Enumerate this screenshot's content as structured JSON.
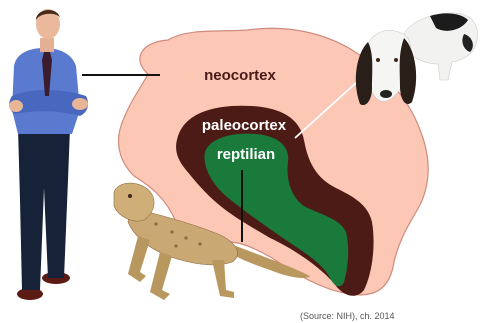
{
  "diagram": {
    "labels": {
      "neocortex": "neocortex",
      "paleocortex": "paleocortex",
      "reptilian": "reptilian"
    },
    "caption": "(Source: NIH), ch. 2014"
  },
  "colors": {
    "neocortex": "#fcc7b5",
    "neocortex_outline": "#d08a7e",
    "paleocortex": "#4d1b16",
    "reptilian": "#197a3c",
    "neocortex_text": "#4a1a18",
    "paleocortex_text": "#ffffff",
    "reptilian_text": "#ffffff"
  },
  "figures": {
    "man": "man-illustration",
    "dog": "dog-illustration",
    "lizard": "lizard-illustration"
  }
}
